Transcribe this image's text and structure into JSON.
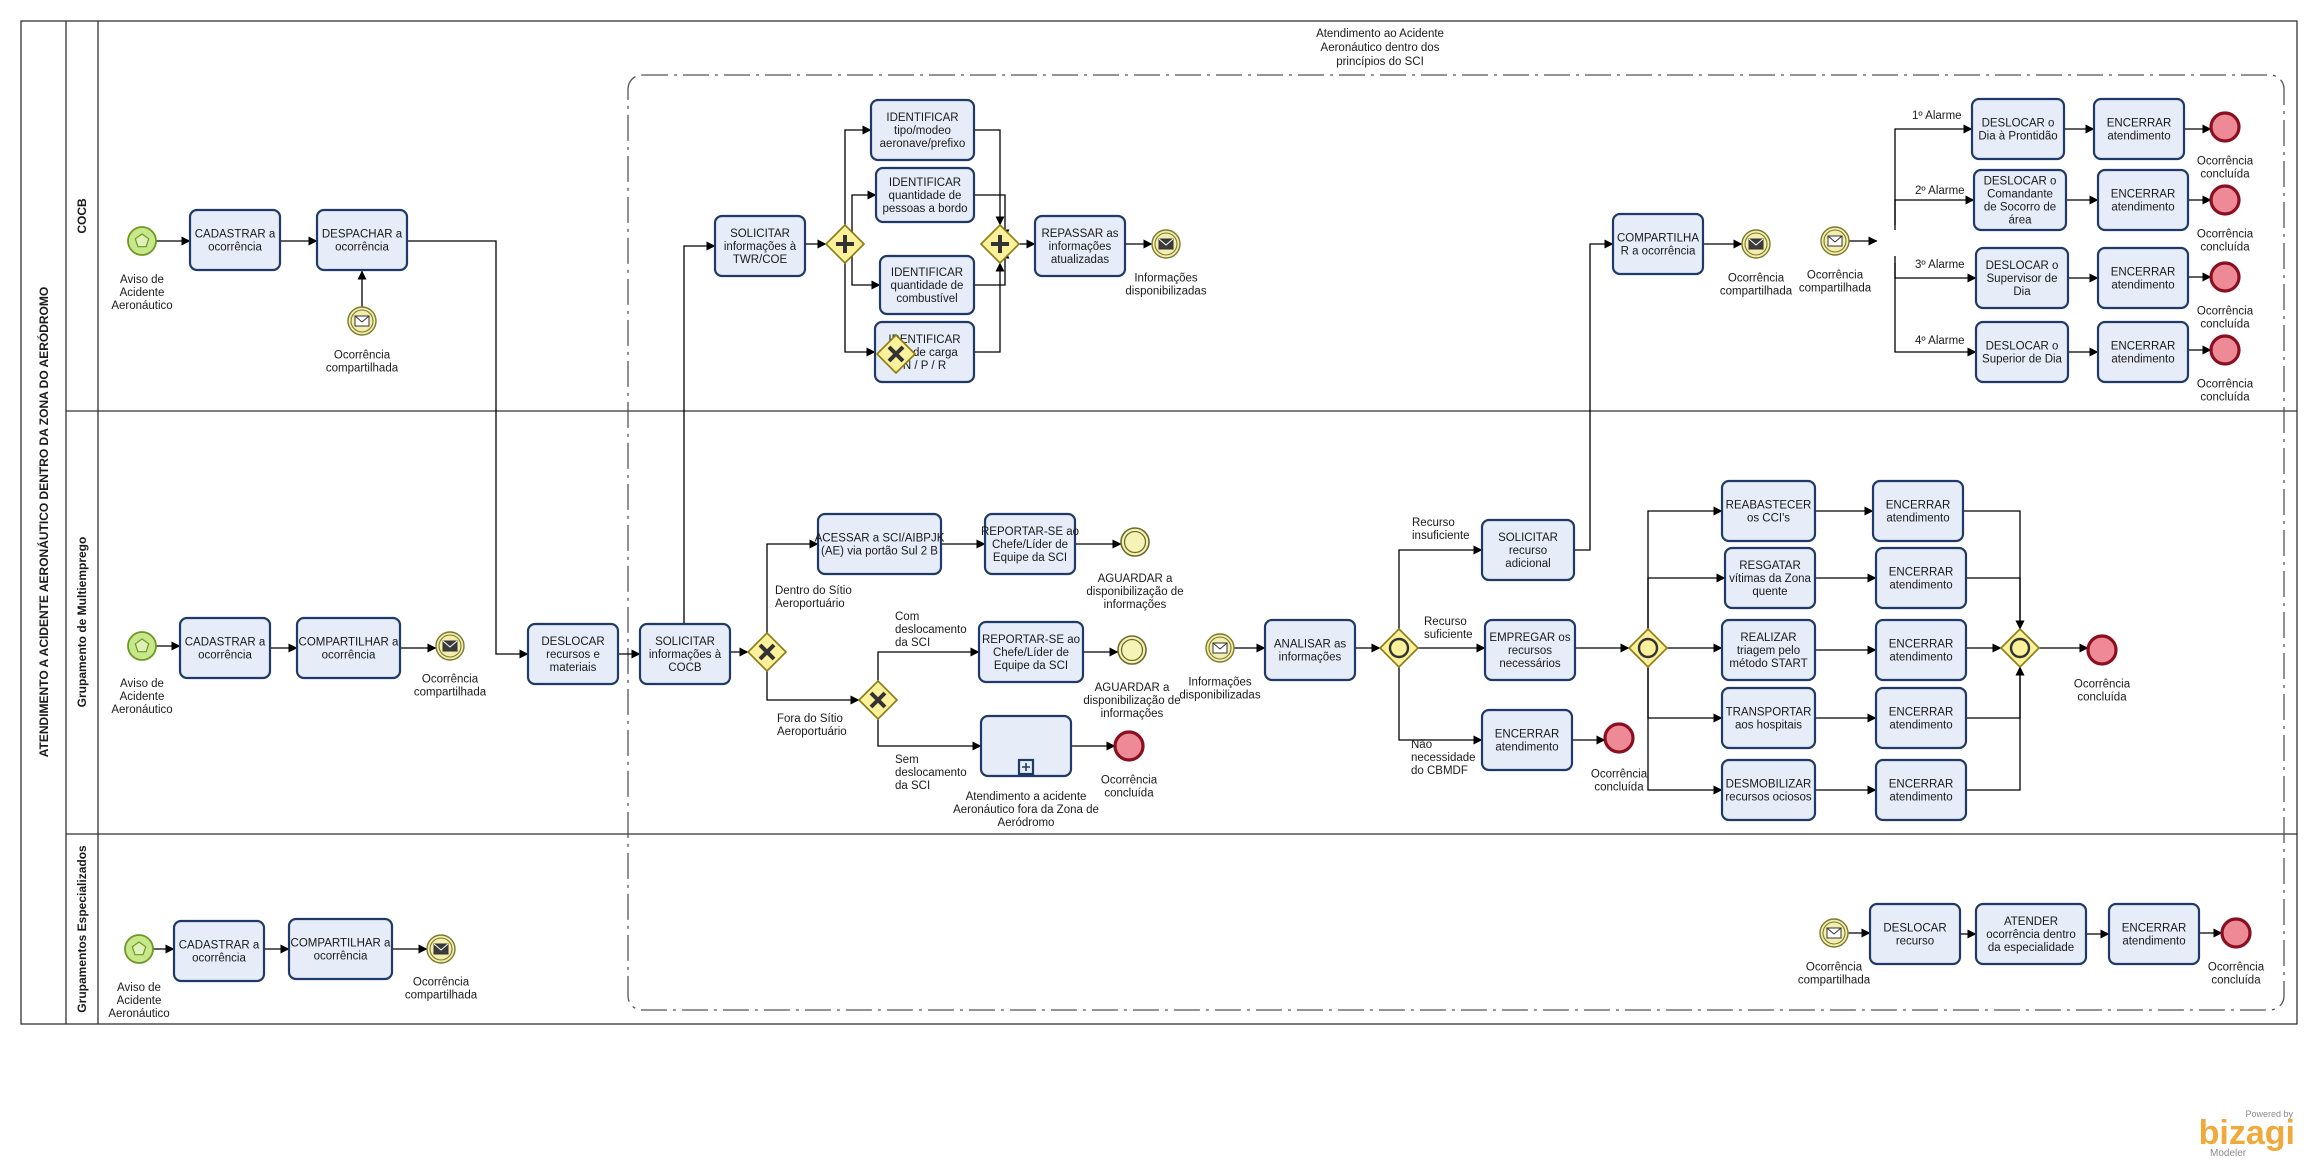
{
  "pool": {
    "title": "ATENDIMENTO A ACIDENTE AERONÁUTICO DENTRO DA ZONA DO AERÓDROMO"
  },
  "lanes": [
    {
      "id": "cocb",
      "title": "COCB"
    },
    {
      "id": "gm",
      "title": "Grupamento de Multiemprego"
    },
    {
      "id": "ge",
      "title": "Grupamentos Especializados"
    }
  ],
  "group": {
    "label": [
      "Atendimento ao Acidente",
      "Aeronáutico dentro dos",
      "princípios do SCI"
    ]
  },
  "tasks": [
    {
      "id": "t_cad1",
      "lines": [
        "CADASTRAR a",
        "ocorrência"
      ]
    },
    {
      "id": "t_desp",
      "lines": [
        "DESPACHAR a",
        "ocorrência"
      ]
    },
    {
      "id": "t_solc1",
      "lines": [
        "SOLICITAR",
        "informações à",
        "TWR/COE"
      ]
    },
    {
      "id": "t_id1",
      "lines": [
        "IDENTIFICAR",
        "tipo/modeo",
        "aeronave/prefixo"
      ]
    },
    {
      "id": "t_id2",
      "lines": [
        "IDENTIFICAR",
        "quantidade de",
        "pessoas a bordo"
      ]
    },
    {
      "id": "t_id3",
      "lines": [
        "IDENTIFICAR",
        "quantidade de",
        "combustível"
      ]
    },
    {
      "id": "t_id4",
      "lines": [
        "IDENTIFICAR",
        "tipo de carga",
        "N / P / R"
      ]
    },
    {
      "id": "t_rep",
      "lines": [
        "REPASSAR as",
        "informações",
        "atualizadas"
      ]
    },
    {
      "id": "t_comp3",
      "lines": [
        "COMPARTILHA",
        "R a ocorrência"
      ]
    },
    {
      "id": "t_dp1",
      "lines": [
        "DESLOCAR  o",
        "Dia à Prontidão"
      ]
    },
    {
      "id": "t_dp2",
      "lines": [
        "DESLOCAR o",
        "Comandante",
        "de Socorro de",
        "área"
      ]
    },
    {
      "id": "t_dp3",
      "lines": [
        "DESLOCAR o",
        "Supervisor de",
        "Dia"
      ]
    },
    {
      "id": "t_dp4",
      "lines": [
        "DESLOCAR o",
        "Superior de Dia"
      ]
    },
    {
      "id": "t_enc1",
      "lines": [
        "ENCERRAR",
        "atendimento"
      ]
    },
    {
      "id": "t_enc2",
      "lines": [
        "ENCERRAR",
        "atendimento"
      ]
    },
    {
      "id": "t_enc3",
      "lines": [
        "ENCERRAR",
        "atendimento"
      ]
    },
    {
      "id": "t_enc4",
      "lines": [
        "ENCERRAR",
        "atendimento"
      ]
    },
    {
      "id": "t_cad2",
      "lines": [
        "CADASTRAR a",
        "ocorrência"
      ]
    },
    {
      "id": "t_comp2",
      "lines": [
        "COMPARTILHAR a",
        "ocorrência"
      ]
    },
    {
      "id": "t_desl",
      "lines": [
        "DESLOCAR",
        "recursos e",
        "materiais"
      ]
    },
    {
      "id": "t_solc2",
      "lines": [
        "SOLICITAR",
        "informações à",
        "COCB"
      ]
    },
    {
      "id": "t_acc",
      "lines": [
        "ACESSAR a SCI/AIBPJK",
        "(AE) via portão Sul 2 B"
      ]
    },
    {
      "id": "t_rp1",
      "lines": [
        "REPORTAR-SE ao",
        "Chefe/Líder de",
        "Equipe da SCI"
      ]
    },
    {
      "id": "t_rp2",
      "lines": [
        "REPORTAR-SE ao",
        "Chefe/Líder de",
        "Equipe da SCI"
      ]
    },
    {
      "id": "t_sub",
      "lines": []
    },
    {
      "id": "t_anal",
      "lines": [
        "ANALISAR as",
        "informações"
      ]
    },
    {
      "id": "t_sad",
      "lines": [
        "SOLICITAR",
        "recurso",
        "adicional"
      ]
    },
    {
      "id": "t_emp",
      "lines": [
        "EMPREGAR os",
        "recursos",
        "necessários"
      ]
    },
    {
      "id": "t_encm",
      "lines": [
        "ENCERRAR",
        "atendimento"
      ]
    },
    {
      "id": "t_reab",
      "lines": [
        "REABASTECER",
        "os CCI's"
      ]
    },
    {
      "id": "t_resg",
      "lines": [
        "RESGATAR",
        "vítimas da Zona",
        "quente"
      ]
    },
    {
      "id": "t_real",
      "lines": [
        "REALIZAR",
        "triagem pelo",
        "método START"
      ]
    },
    {
      "id": "t_tran",
      "lines": [
        "TRANSPORTAR",
        "aos hospitais"
      ]
    },
    {
      "id": "t_desm",
      "lines": [
        "DESMOBILIZAR",
        "recursos ociosos"
      ]
    },
    {
      "id": "t_e5",
      "lines": [
        "ENCERRAR",
        "atendimento"
      ]
    },
    {
      "id": "t_e6",
      "lines": [
        "ENCERRAR",
        "atendimento"
      ]
    },
    {
      "id": "t_e7",
      "lines": [
        "ENCERRAR",
        "atendimento"
      ]
    },
    {
      "id": "t_e8",
      "lines": [
        "ENCERRAR",
        "atendimento"
      ]
    },
    {
      "id": "t_e9",
      "lines": [
        "ENCERRAR",
        "atendimento"
      ]
    },
    {
      "id": "t_cad3",
      "lines": [
        "CADASTRAR a",
        "ocorrência"
      ]
    },
    {
      "id": "t_comp4",
      "lines": [
        "COMPARTILHAR a",
        "ocorrência"
      ]
    },
    {
      "id": "t_dr",
      "lines": [
        "DESLOCAR",
        "recurso"
      ]
    },
    {
      "id": "t_at",
      "lines": [
        "ATENDER",
        "ocorrência dentro",
        "da especialidade"
      ]
    },
    {
      "id": "t_enc10",
      "lines": [
        "ENCERRAR",
        "atendimento"
      ]
    }
  ],
  "events": [
    {
      "id": "s1",
      "type": "start",
      "lines": [
        "Aviso de",
        "Acidente",
        "Aeronáutico"
      ]
    },
    {
      "id": "m1",
      "type": "msg-catch",
      "lines": [
        "Ocorrência",
        "compartilhada"
      ]
    },
    {
      "id": "m2",
      "type": "msg-throw",
      "lines": [
        "Informações",
        "disponibilizadas"
      ]
    },
    {
      "id": "m3",
      "type": "msg-throw",
      "lines": [
        "Ocorrência",
        "compartilhada"
      ]
    },
    {
      "id": "m4",
      "type": "msg-catch",
      "lines": [
        "Ocorrência",
        "compartilhada"
      ]
    },
    {
      "id": "e1",
      "type": "end",
      "lines": [
        "Ocorrência",
        "concluída"
      ]
    },
    {
      "id": "e2",
      "type": "end",
      "lines": [
        "Ocorrência",
        "concluída"
      ]
    },
    {
      "id": "e3",
      "type": "end",
      "lines": [
        "Ocorrência",
        "concluída"
      ]
    },
    {
      "id": "e4",
      "type": "end",
      "lines": [
        "Ocorrência",
        "concluída"
      ]
    },
    {
      "id": "s2",
      "type": "start",
      "lines": [
        "Aviso de",
        "Acidente",
        "Aeronáutico"
      ]
    },
    {
      "id": "m5",
      "type": "msg-throw",
      "lines": [
        "Ocorrência",
        "compartilhada"
      ]
    },
    {
      "id": "i1",
      "type": "intermediate",
      "lines": [
        "AGUARDAR a",
        "disponibilização de",
        "informações"
      ]
    },
    {
      "id": "i2",
      "type": "intermediate",
      "lines": [
        "AGUARDAR a",
        "disponibilização de",
        "informações"
      ]
    },
    {
      "id": "e5",
      "type": "end",
      "lines": [
        "Ocorrência",
        "concluída"
      ]
    },
    {
      "id": "m6",
      "type": "msg-catch",
      "lines": [
        "Informações",
        "disponibilizadas"
      ]
    },
    {
      "id": "e6",
      "type": "end",
      "lines": [
        "Ocorrência",
        "concluída"
      ]
    },
    {
      "id": "e7",
      "type": "end",
      "lines": [
        "Ocorrência",
        "concluída"
      ]
    },
    {
      "id": "s3",
      "type": "start",
      "lines": [
        "Aviso de",
        "Acidente",
        "Aeronáutico"
      ]
    },
    {
      "id": "m7",
      "type": "msg-throw",
      "lines": [
        "Ocorrência",
        "compartilhada"
      ]
    },
    {
      "id": "m8",
      "type": "msg-catch",
      "lines": [
        "Ocorrência",
        "compartilhada"
      ]
    },
    {
      "id": "e8",
      "type": "end",
      "lines": [
        "Ocorrência",
        "concluída"
      ]
    }
  ],
  "gateways": [
    {
      "id": "g1",
      "type": "parallel"
    },
    {
      "id": "g2",
      "type": "parallel"
    },
    {
      "id": "g3",
      "type": "exclusive"
    },
    {
      "id": "g4",
      "type": "exclusive"
    },
    {
      "id": "g5",
      "type": "exclusive"
    },
    {
      "id": "g6",
      "type": "inclusive"
    },
    {
      "id": "g7",
      "type": "inclusive"
    },
    {
      "id": "g8",
      "type": "inclusive"
    }
  ],
  "flow_labels": [
    {
      "id": "fl_a1",
      "lines": [
        "1º Alarme"
      ]
    },
    {
      "id": "fl_a2",
      "lines": [
        "2º Alarme"
      ]
    },
    {
      "id": "fl_a3",
      "lines": [
        "3º Alarme"
      ]
    },
    {
      "id": "fl_a4",
      "lines": [
        "4º Alarme"
      ]
    },
    {
      "id": "fl_dentro",
      "lines": [
        "Dentro do Sítio",
        "Aeroportuário"
      ]
    },
    {
      "id": "fl_fora",
      "lines": [
        "Fora do Sítio",
        "Aeroportuário"
      ]
    },
    {
      "id": "fl_comd",
      "lines": [
        "Com",
        "deslocamento",
        "da SCI"
      ]
    },
    {
      "id": "fl_semd",
      "lines": [
        "Sem",
        "deslocamento",
        "da SCI"
      ]
    },
    {
      "id": "fl_rins",
      "lines": [
        "Recurso",
        "insuficiente"
      ]
    },
    {
      "id": "fl_rsuf",
      "lines": [
        "Recurso",
        "suficiente"
      ]
    },
    {
      "id": "fl_nao",
      "lines": [
        "Não",
        "necessidade",
        "do CBMDF"
      ]
    },
    {
      "id": "fl_sub",
      "lines": [
        "Atendimento a acidente",
        "Aeronáutico fora da Zona de",
        "Aeródromo"
      ]
    }
  ],
  "branding": {
    "powered": "Powered by",
    "logo": "bizagi",
    "modeler": "Modeler"
  },
  "colors": {
    "task_fill": "#e6ecf8",
    "task_stroke": "#1f3a68",
    "start_fill": "#c8e68a",
    "start_stroke": "#6a9a1f",
    "end_fill": "#ee8a96",
    "end_stroke": "#8a0f20",
    "gateway_fill": "#faf19a",
    "gateway_stroke": "#8a7a10",
    "msg_fill": "#f3edb0",
    "msg_stroke": "#7a7a2a",
    "inter_fill": "#f6f3b6"
  }
}
